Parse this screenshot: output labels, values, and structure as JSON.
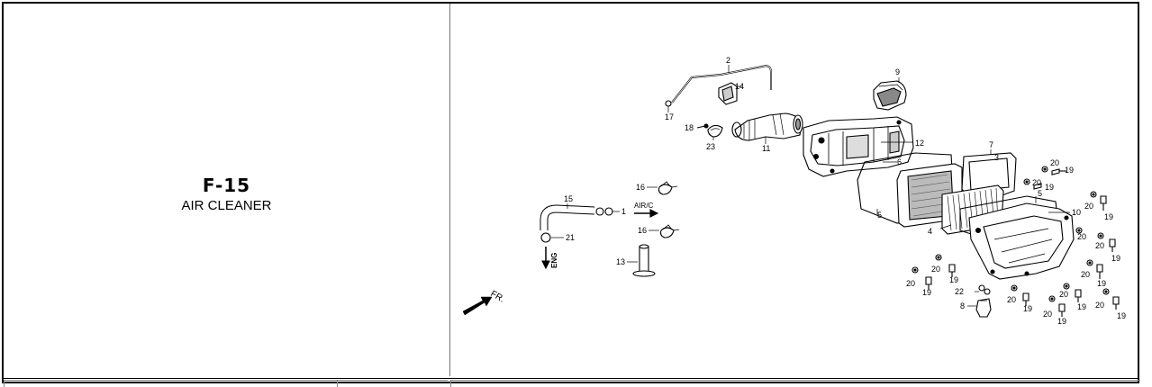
{
  "title": {
    "code": "F-15",
    "name": "AIR CLEANER"
  },
  "diagram": {
    "labels": {
      "n1": "1",
      "n2": "2",
      "n3": "3",
      "n4": "4",
      "n5a": "5",
      "n5b": "5",
      "n6": "6",
      "n7": "7",
      "n8": "8",
      "n9": "9",
      "n10": "10",
      "n11": "11",
      "n12": "12",
      "n13": "13",
      "n14": "14",
      "n15": "15",
      "n16a": "16",
      "n16b": "16",
      "n17": "17",
      "n18": "18",
      "n19": "19",
      "n20": "20",
      "n21": "21",
      "n22": "22",
      "n23": "23"
    },
    "direction_labels": {
      "air_c": "AIR/C",
      "eng": "ENG",
      "front": "FR."
    }
  },
  "colors": {
    "line": "#000000",
    "frame": "#000000"
  }
}
